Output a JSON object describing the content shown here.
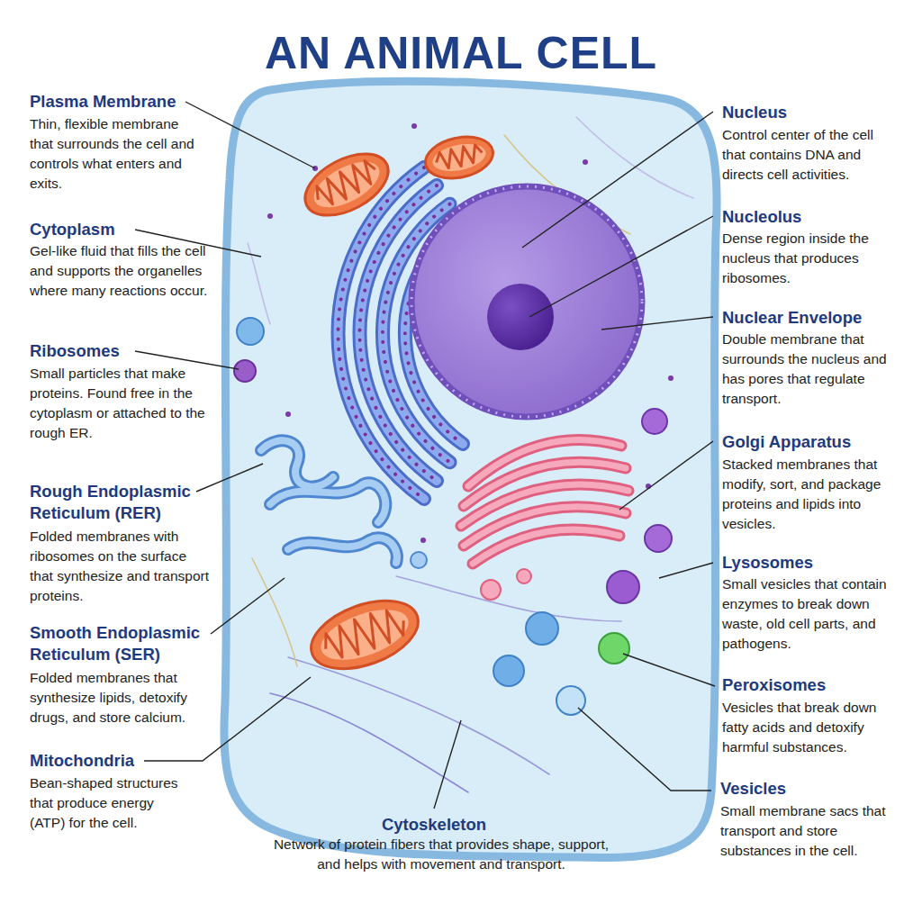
{
  "diagram": {
    "title": "AN ANIMAL CELL",
    "labels": [
      "Plasma Membrane",
      "Thin, flexible membrane that surrounds the cell and controls what enters and exits.",
      "Cytoplasm",
      "Gel-like fluid that fills the cell and supports the organelles where many reactions occur.",
      "Ribosomes",
      "Small particles that make proteins. Found free in the cytoplasm or attached to the rough ER.",
      "Rough Endoplasmic Reticulum (RER)",
      "Folded membranes with ribosomes on the surface that synthesize and transport proteins.",
      "Smooth Endoplasmic Reticulum (SER)",
      "Folded membranes that synthesize lipids, detoxify drugs, and store calcium.",
      "Mitochondria",
      "Bean-shaped structures that produce energy (ATP) for the cell.",
      "Nucleus",
      "Control center of the cell that contains DNA and directs cell activities.",
      "Nucleolus",
      "Dense region inside the nucleus that produces ribosomes.",
      "Nuclear Envelope",
      "Double membrane that surrounds the nucleus and has pores that regulate transport.",
      "Golgi Apparatus",
      "Stacked membranes that modify, sort, and package proteins and lipids into vesicles.",
      "Lysosomes",
      "Small vesicles that contain enzymes to break down waste, old cell parts, and pathogens.",
      "Peroxisomes",
      "Vesicles that break down fatty acids and detoxify harmful substances.",
      "Vesicles",
      "Small membrane sacs that transport and store substances in the cell.",
      "Cytoskeleton",
      "Network of protein fibers that provides shape, support, and helps with movement and transport."
    ]
  }
}
